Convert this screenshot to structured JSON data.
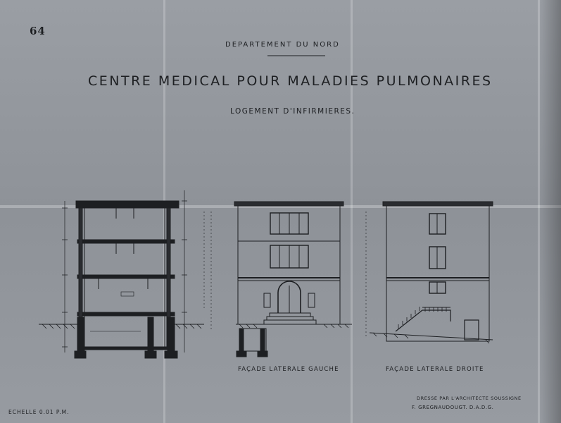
{
  "sheet": {
    "number": "64",
    "departement": "DEPARTEMENT DU NORD",
    "title": "CENTRE MEDICAL POUR MALADIES PULMONAIRES",
    "subtitle": "LOGEMENT D'INFIRMIERES."
  },
  "drawings": {
    "left_facade_label": "FAÇADE LATERALE GAUCHE",
    "right_facade_label": "FAÇADE LATERALE DROITE"
  },
  "footer": {
    "scale": "ECHELLE 0.01 P.M.",
    "architect_line1": "DRESSE PAR L'ARCHITECTE SOUSSIGNE",
    "architect_line2": "F. GREGNAUDOUGT. D.A.D.G."
  },
  "colors": {
    "paper": "#8f9399",
    "ink": "#1d1f22"
  }
}
